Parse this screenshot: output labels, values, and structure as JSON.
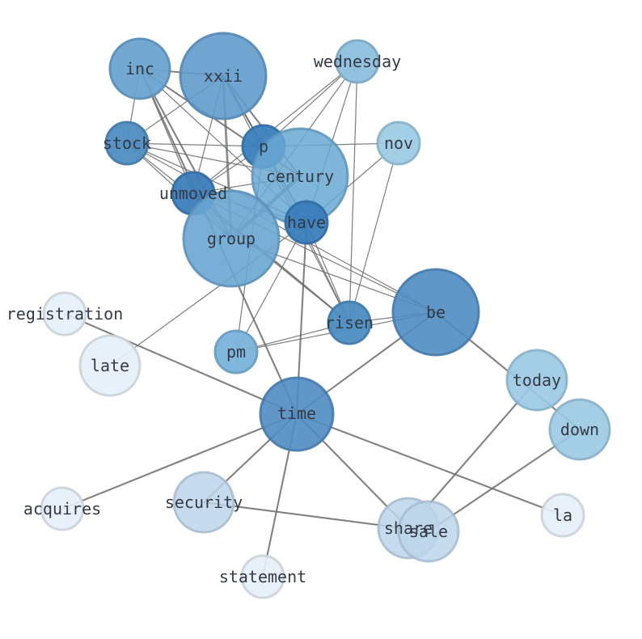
{
  "graph": {
    "nodes": [
      {
        "id": "inc",
        "label": "inc",
        "color": "#6aa3cf",
        "opacity": 0.95
      },
      {
        "id": "xxii",
        "label": "xxii",
        "color": "#5f9bcb",
        "opacity": 0.9
      },
      {
        "id": "wednesday",
        "label": "wednesday",
        "color": "#8ec0df",
        "opacity": 0.95
      },
      {
        "id": "stock",
        "label": "stock",
        "color": "#4f8dc2",
        "opacity": 0.95
      },
      {
        "id": "p",
        "label": "p",
        "color": "#3a7fbd",
        "opacity": 0.95
      },
      {
        "id": "nov",
        "label": "nov",
        "color": "#9ecbe4",
        "opacity": 0.95
      },
      {
        "id": "century",
        "label": "century",
        "color": "#6aa8d3",
        "opacity": 0.85
      },
      {
        "id": "unmoved",
        "label": "unmoved",
        "color": "#3d7db9",
        "opacity": 0.95
      },
      {
        "id": "have",
        "label": "have",
        "color": "#3a7dbc",
        "opacity": 0.95
      },
      {
        "id": "group",
        "label": "group",
        "color": "#6aa6d1",
        "opacity": 0.9
      },
      {
        "id": "registration",
        "label": "registration",
        "color": "#e6eef8",
        "opacity": 0.9
      },
      {
        "id": "late",
        "label": "late",
        "color": "#e6eef8",
        "opacity": 0.9
      },
      {
        "id": "risen",
        "label": "risen",
        "color": "#4d8dc2",
        "opacity": 0.95
      },
      {
        "id": "be",
        "label": "be",
        "color": "#4f8cc3",
        "opacity": 0.9
      },
      {
        "id": "pm",
        "label": "pm",
        "color": "#7ab3da",
        "opacity": 0.95
      },
      {
        "id": "today",
        "label": "today",
        "color": "#9ac8e3",
        "opacity": 0.9
      },
      {
        "id": "time",
        "label": "time",
        "color": "#4f8bc2",
        "opacity": 0.9
      },
      {
        "id": "down",
        "label": "down",
        "color": "#9ac8e3",
        "opacity": 0.9
      },
      {
        "id": "acquires",
        "label": "acquires",
        "color": "#e6eef8",
        "opacity": 0.9
      },
      {
        "id": "security",
        "label": "security",
        "color": "#bcd5ea",
        "opacity": 0.85
      },
      {
        "id": "la",
        "label": "la",
        "color": "#e6eef8",
        "opacity": 0.9
      },
      {
        "id": "share",
        "label": "share",
        "color": "#bcd5ea",
        "opacity": 0.85
      },
      {
        "id": "sale",
        "label": "sale",
        "color": "#bcd5ea",
        "opacity": 0.85
      },
      {
        "id": "statement",
        "label": "statement",
        "color": "#e6eef8",
        "opacity": 0.9
      }
    ],
    "edges": [
      {
        "source": "inc",
        "target": "xxii",
        "weight": 2
      },
      {
        "source": "inc",
        "target": "stock",
        "weight": 1
      },
      {
        "source": "inc",
        "target": "unmoved",
        "weight": 1
      },
      {
        "source": "inc",
        "target": "group",
        "weight": 2
      },
      {
        "source": "inc",
        "target": "time",
        "weight": 2
      },
      {
        "source": "inc",
        "target": "have",
        "weight": 1
      },
      {
        "source": "inc",
        "target": "century",
        "weight": 2
      },
      {
        "source": "xxii",
        "target": "group",
        "weight": 3
      },
      {
        "source": "xxii",
        "target": "p",
        "weight": 1
      },
      {
        "source": "xxii",
        "target": "unmoved",
        "weight": 1
      },
      {
        "source": "xxii",
        "target": "stock",
        "weight": 1
      },
      {
        "source": "xxii",
        "target": "have",
        "weight": 2
      },
      {
        "source": "xxii",
        "target": "risen",
        "weight": 1
      },
      {
        "source": "xxii",
        "target": "century",
        "weight": 2
      },
      {
        "source": "wednesday",
        "target": "unmoved",
        "weight": 1
      },
      {
        "source": "wednesday",
        "target": "p",
        "weight": 1
      },
      {
        "source": "wednesday",
        "target": "risen",
        "weight": 1
      },
      {
        "source": "wednesday",
        "target": "have",
        "weight": 1
      },
      {
        "source": "wednesday",
        "target": "group",
        "weight": 1
      },
      {
        "source": "stock",
        "target": "p",
        "weight": 1
      },
      {
        "source": "stock",
        "target": "have",
        "weight": 1
      },
      {
        "source": "stock",
        "target": "risen",
        "weight": 1
      },
      {
        "source": "stock",
        "target": "group",
        "weight": 1
      },
      {
        "source": "stock",
        "target": "century",
        "weight": 1
      },
      {
        "source": "stock",
        "target": "be",
        "weight": 1
      },
      {
        "source": "p",
        "target": "nov",
        "weight": 1
      },
      {
        "source": "p",
        "target": "unmoved",
        "weight": 1
      },
      {
        "source": "p",
        "target": "pm",
        "weight": 1
      },
      {
        "source": "p",
        "target": "risen",
        "weight": 1
      },
      {
        "source": "nov",
        "target": "risen",
        "weight": 1
      },
      {
        "source": "nov",
        "target": "have",
        "weight": 1
      },
      {
        "source": "century",
        "target": "group",
        "weight": 5
      },
      {
        "source": "century",
        "target": "unmoved",
        "weight": 1
      },
      {
        "source": "unmoved",
        "target": "have",
        "weight": 1
      },
      {
        "source": "unmoved",
        "target": "be",
        "weight": 1
      },
      {
        "source": "unmoved",
        "target": "risen",
        "weight": 2
      },
      {
        "source": "unmoved",
        "target": "group",
        "weight": 1
      },
      {
        "source": "have",
        "target": "time",
        "weight": 2
      },
      {
        "source": "have",
        "target": "late",
        "weight": 1
      },
      {
        "source": "have",
        "target": "pm",
        "weight": 1
      },
      {
        "source": "have",
        "target": "risen",
        "weight": 1
      },
      {
        "source": "group",
        "target": "be",
        "weight": 1
      },
      {
        "source": "risen",
        "target": "pm",
        "weight": 1
      },
      {
        "source": "be",
        "target": "pm",
        "weight": 1
      },
      {
        "source": "be",
        "target": "time",
        "weight": 2
      },
      {
        "source": "be",
        "target": "down",
        "weight": 2
      },
      {
        "source": "be",
        "target": "risen",
        "weight": 1
      },
      {
        "source": "registration",
        "target": "time",
        "weight": 2
      },
      {
        "source": "time",
        "target": "acquires",
        "weight": 2
      },
      {
        "source": "time",
        "target": "security",
        "weight": 2
      },
      {
        "source": "time",
        "target": "share",
        "weight": 2
      },
      {
        "source": "time",
        "target": "la",
        "weight": 2
      },
      {
        "source": "time",
        "target": "statement",
        "weight": 2
      },
      {
        "source": "security",
        "target": "sale",
        "weight": 2
      },
      {
        "source": "today",
        "target": "share",
        "weight": 2
      },
      {
        "source": "down",
        "target": "sale",
        "weight": 2
      }
    ]
  }
}
